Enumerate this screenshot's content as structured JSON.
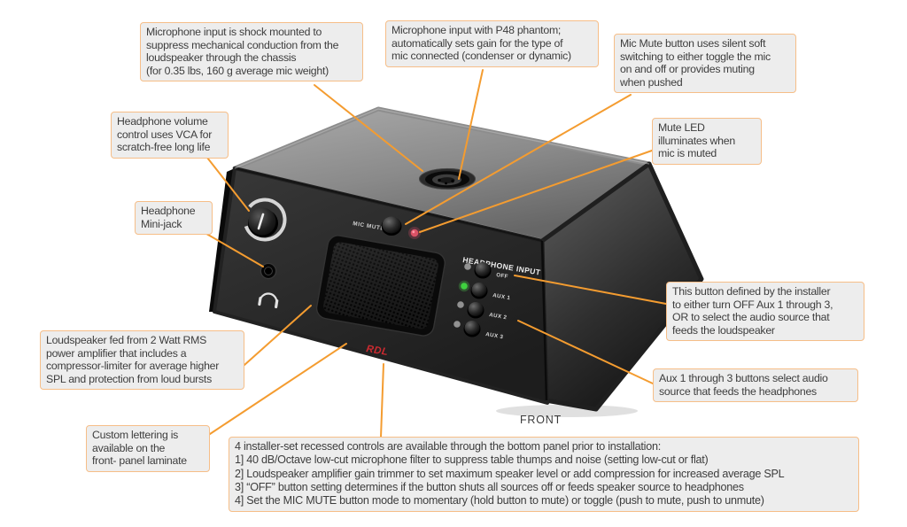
{
  "figure": {
    "front_label": "FRONT"
  },
  "device": {
    "brand": "RDL",
    "panel_labels": {
      "mic_mute": "MIC MUTE",
      "headphone_input": "HEADPHONE INPUT"
    },
    "source_buttons": [
      {
        "label": "OFF",
        "led": "off"
      },
      {
        "label": "AUX 1",
        "led": "green"
      },
      {
        "label": "AUX 2",
        "led": "off"
      },
      {
        "label": "AUX 3",
        "led": "off"
      }
    ],
    "mute_led": {
      "state": "red"
    }
  },
  "callouts": {
    "shock_mount": "Microphone input is shock mounted to\nsuppress mechanical conduction from the\nloudspeaker through the chassis\n(for 0.35 lbs, 160 g average mic weight)",
    "phantom_power": "Microphone input with P48 phantom;\nautomatically sets gain for the type of\nmic connected (condenser or dynamic)",
    "mic_mute_button": "Mic Mute button uses silent soft\nswitching to either toggle the mic\non and off or provides muting\nwhen pushed",
    "mute_led": "Mute LED\nilluminates when\nmic is muted",
    "volume_control": "Headphone volume\ncontrol uses VCA for\nscratch-free long life",
    "mini_jack": "Headphone\nMini-jack",
    "loudspeaker_amp": "Loudspeaker fed from 2 Watt RMS\npower amplifier that includes a\ncompressor-limiter for average higher\nSPL and protection from loud bursts",
    "off_button": "This button defined by the installer\nto either turn OFF Aux 1 through 3,\nOR to select the audio source that\nfeeds the loudspeaker",
    "aux_buttons": "Aux 1 through 3 buttons select audio\nsource that feeds the headphones",
    "custom_lettering": "Custom lettering is\navailable on the\nfront- panel laminate",
    "bottom_controls": "4 installer-set recessed controls are available through the bottom panel prior to installation:\n1] 40 dB/Octave low-cut microphone filter to suppress table thumps and noise (setting low-cut or flat)\n2] Loudspeaker amplifier gain trimmer to set maximum speaker level or add compression for increased average SPL\n3] “OFF” button setting determines if the button shuts all sources off or feeds speaker source to headphones\n4] Set the MIC MUTE button mode to momentary (hold button to mute) or toggle (push to mute, push to unmute)"
  },
  "colors": {
    "leader_line": "#F49C30",
    "callout_border": "#F6BE88",
    "callout_background": "#EDEDED",
    "callout_text": "#3D3D3D",
    "brand_red": "#CC2A30",
    "led_green": "#3FD13F",
    "led_red": "#DB5266"
  }
}
